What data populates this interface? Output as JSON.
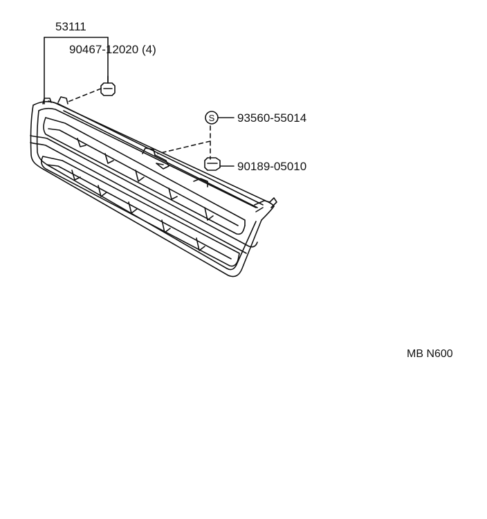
{
  "parts": {
    "grille": {
      "number": "53111"
    },
    "clip_top": {
      "number": "90467-12020",
      "qty": "(4)"
    },
    "screw": {
      "number": "93560-55014",
      "symbol": "S"
    },
    "nut": {
      "number": "90189-05010"
    }
  },
  "diagram_ref": "MB N600"
}
